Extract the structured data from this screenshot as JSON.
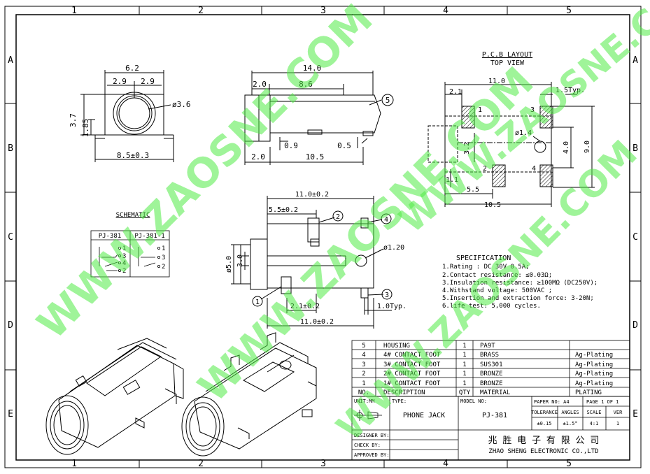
{
  "frame": {
    "col_labels": [
      "1",
      "2",
      "3",
      "4",
      "5"
    ],
    "row_labels": [
      "A",
      "B",
      "C",
      "D",
      "E"
    ]
  },
  "front_view": {
    "dims": [
      "6.2",
      "2.9",
      "2.9",
      "3.7",
      "1.85",
      "8.5±0.3"
    ],
    "diameter": "ø3.6"
  },
  "side_view": {
    "dims": [
      "14.0",
      "2.0",
      "8.6",
      "0.9",
      "0.5",
      "2.0",
      "10.5"
    ],
    "callout": "5"
  },
  "pcb_layout": {
    "title": "P.C.B LAYOUT",
    "subtitle": "TOP VIEW",
    "dims": [
      "11.0",
      "1.5Typ.",
      "2.1",
      "3.2",
      "ø1.4",
      "4.0",
      "9.0",
      "1.1",
      "5.5",
      "10.5"
    ],
    "pad_numbers": [
      "1",
      "3",
      "2",
      "4"
    ]
  },
  "top_view": {
    "dims": [
      "11.0±0.2",
      "5.5±0.2",
      "ø1.20",
      "ø5.0",
      "3.0",
      "2.1±0.2",
      "1.0Typ.",
      "11.0±0.2"
    ],
    "callouts": [
      "2",
      "4",
      "1",
      "3"
    ]
  },
  "schematic": {
    "title": "SCHEMATIC",
    "headers": [
      "PJ-381",
      "PJ-381-1"
    ],
    "pins_left": [
      "1",
      "3",
      "4",
      "2"
    ],
    "pins_right": [
      "1",
      "3",
      "2"
    ]
  },
  "specification": {
    "title": "SPECIFICATION",
    "lines": [
      "1.Rating : DC 30V 0.5A;",
      "2.Contact resistance: ≤0.03Ω;",
      "3.Insulation resistance: ≥100MΩ (DC250V);",
      "4.Withstand voltage: 500VAC ;",
      "5.Insertion and extraction force: 3-20N;",
      "6.life test: 5,000 cycles."
    ]
  },
  "bom": {
    "header": [
      "NO.",
      "DESCRIPTION",
      "QTY",
      "MATERIAL",
      "PLATING"
    ],
    "rows": [
      [
        "5",
        "HOUSING",
        "1",
        "PA9T",
        ""
      ],
      [
        "4",
        "4# CONTACT FOOT",
        "1",
        "BRASS",
        "Ag-Plating"
      ],
      [
        "3",
        "3# CONTACT FOOT",
        "1",
        "SUS301",
        "Ag-Plating"
      ],
      [
        "2",
        "2# CONTACT FOOT",
        "1",
        "BRONZE",
        "Ag-Plating"
      ],
      [
        "1",
        "1# CONTACT FOOT",
        "1",
        "BRONZE",
        "Ag-Plating"
      ]
    ]
  },
  "title_block": {
    "unit_label": "UNIT:MM",
    "type_label": "TYPE:",
    "type_value": "PHONE JACK",
    "model_label": "MODEL NO:",
    "model_value": "PJ-381",
    "paper": "PAPER NO: A4",
    "page": "PAGE 1 OF 1",
    "tolerance_label": "TOLERANCE",
    "angles_label": "ANGLES",
    "scale_label": "SCALE",
    "ver_label": "VER",
    "tolerance_value": "±0.15",
    "angles_value": "±1.5°",
    "scale_value": "4:1",
    "ver_value": "1",
    "designer": "DESIGNER BY:",
    "check": "CHECK   BY:",
    "approved": "APPROVED BY:",
    "company_cn": "兆 胜 电 子 有 限 公 司",
    "company_en": "ZHAO SHENG ELECTRONIC CO.,LTD"
  },
  "watermark": "WWW.ZAOSNE.COM"
}
